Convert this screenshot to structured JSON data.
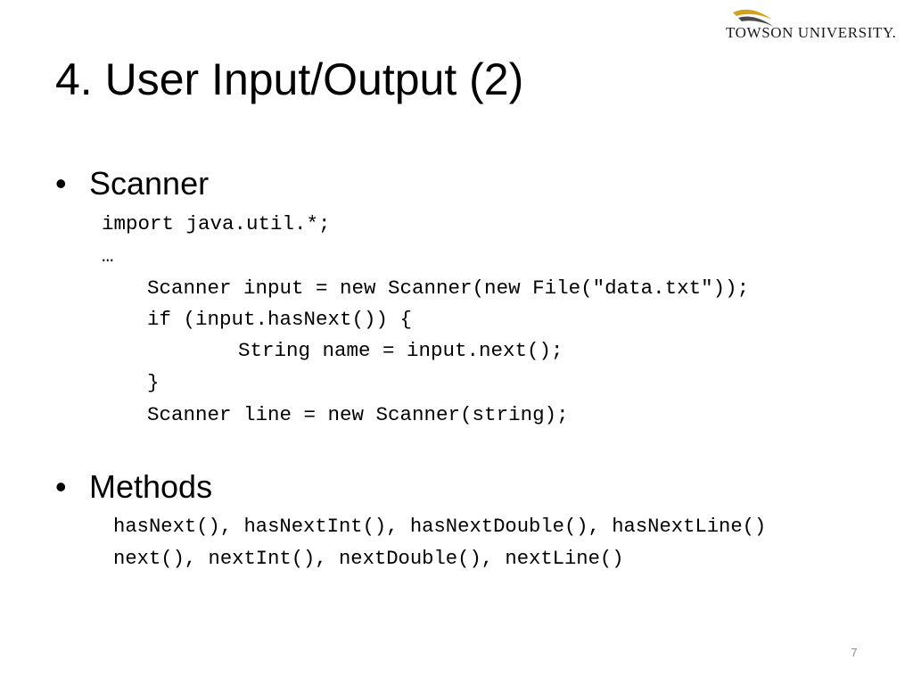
{
  "slide": {
    "logo_text": "TOWSON UNIVERSITY.",
    "logo_icon": "tiger-stripe-icon",
    "title": "4. User Input/Output (2)",
    "bullet_glyph": "•",
    "scanner": {
      "heading": "Scanner",
      "code_lines": [
        "import java.util.*;",
        "…",
        "Scanner input = new Scanner(new File(\"data.txt\"));",
        "if (input.hasNext()) {",
        "String name = input.next();",
        "}",
        "Scanner line = new Scanner(string);"
      ]
    },
    "methods": {
      "heading": "Methods",
      "code_lines": [
        "hasNext(), hasNextInt(), hasNextDouble(), hasNextLine()",
        "next(), nextInt(), nextDouble(), nextLine()"
      ]
    },
    "page_number": "7",
    "colors": {
      "logo_gold": "#d4a21a",
      "logo_dark": "#4a4a4a",
      "page_number": "#8a8a8a"
    }
  }
}
